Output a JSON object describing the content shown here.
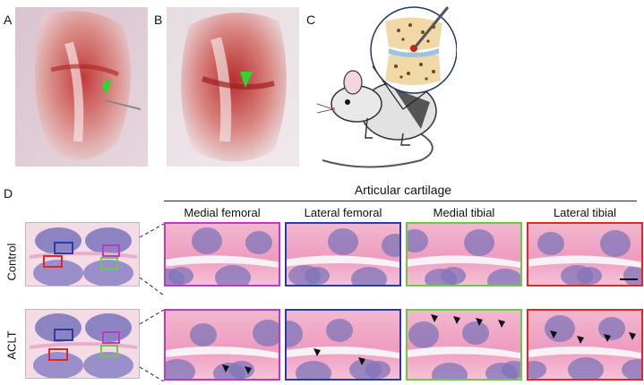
{
  "panel_labels": {
    "a": "A",
    "b": "B",
    "c": "C",
    "d": "D"
  },
  "figure_d": {
    "group_title": "Articular cartilage",
    "rows": {
      "control": "Control",
      "aclt": "ACLT"
    },
    "columns": [
      {
        "label": "Medial femoral",
        "color": "#c038c8"
      },
      {
        "label": "Lateral femoral",
        "color": "#2a3aa8"
      },
      {
        "label": "Medial tibial",
        "color": "#6fc84a"
      },
      {
        "label": "Lateral tibial",
        "color": "#e02828"
      }
    ]
  }
}
